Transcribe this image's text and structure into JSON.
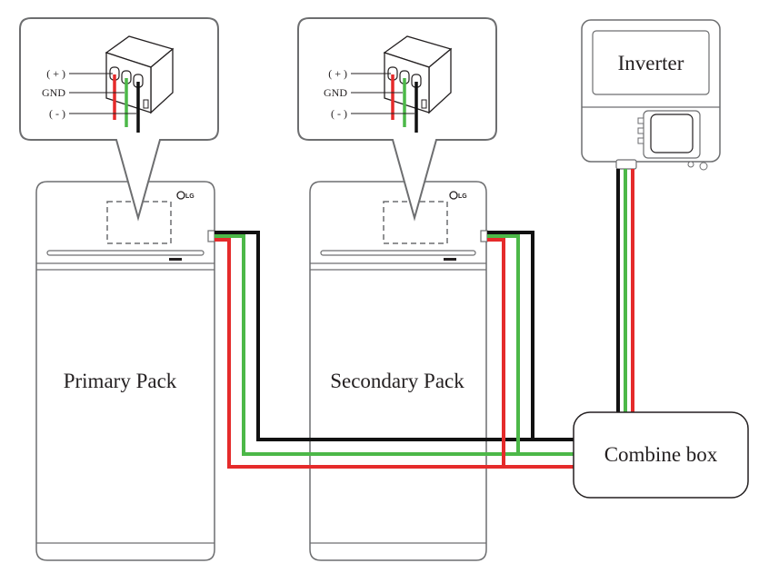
{
  "primary_pack": {
    "label": "Primary Pack",
    "logo": "LG"
  },
  "secondary_pack": {
    "label": "Secondary Pack",
    "logo": "LG"
  },
  "inverter": {
    "label": "Inverter"
  },
  "combine_box": {
    "label": "Combine box"
  },
  "connector_callout_1": {
    "plus": "( + )",
    "gnd": "GND",
    "minus": "( - )"
  },
  "connector_callout_2": {
    "plus": "( + )",
    "gnd": "GND",
    "minus": "( - )"
  },
  "colors": {
    "positive": "#e52b2b",
    "ground": "#4cb848",
    "negative": "#111111",
    "outline": "#6d6e70"
  }
}
